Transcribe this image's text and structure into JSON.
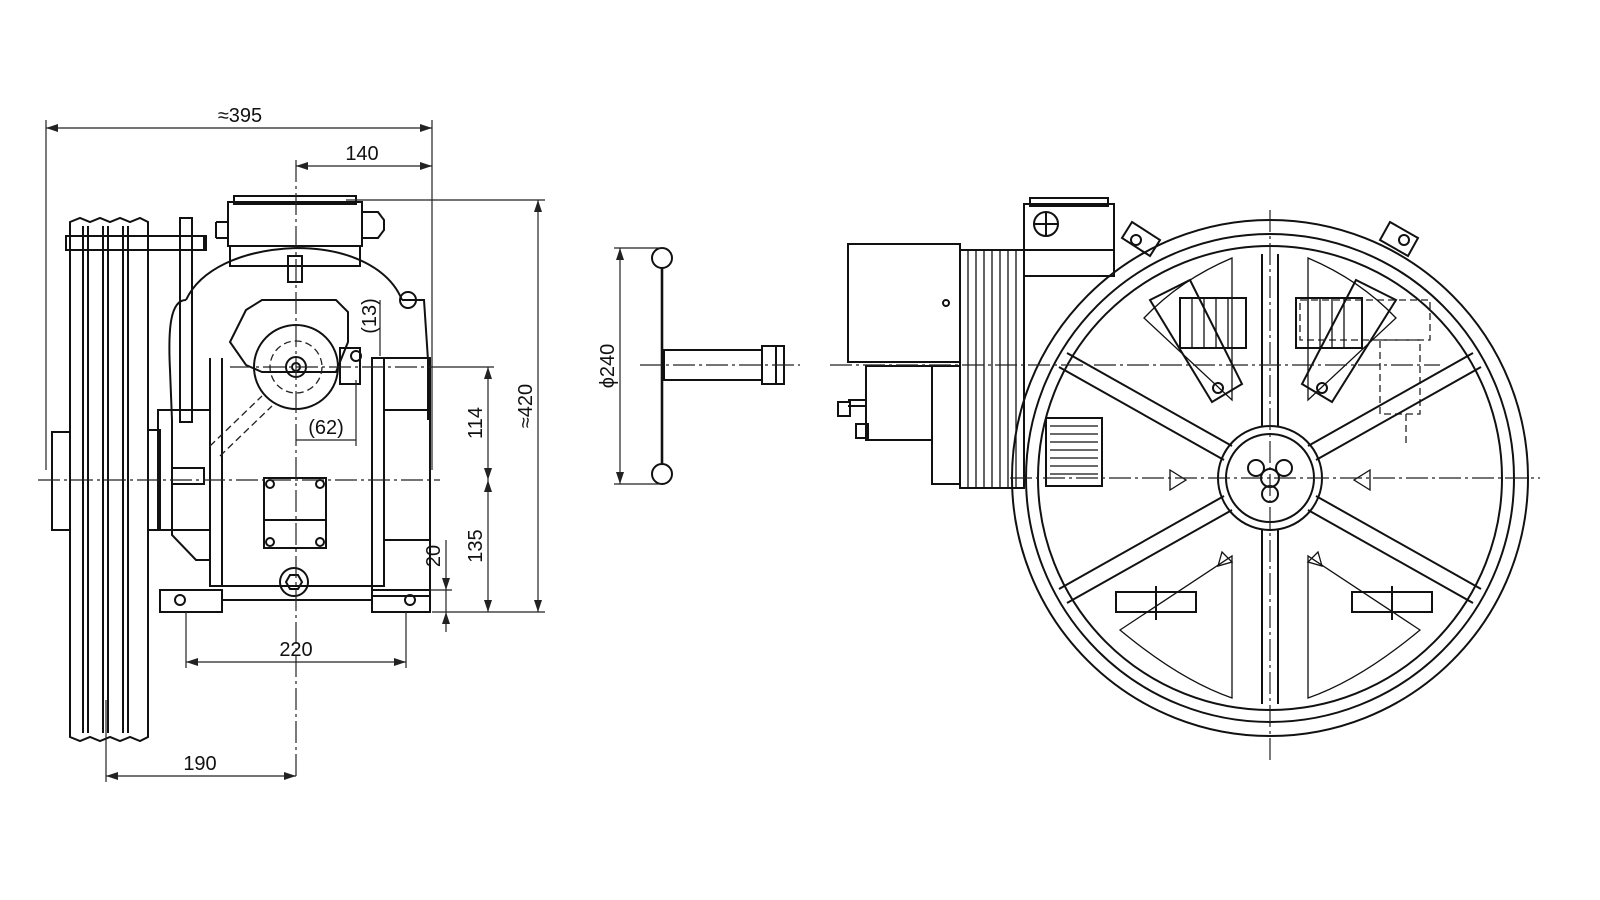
{
  "dimensions": {
    "overall_width": "≈395",
    "shaft_to_right": "140",
    "overall_height": "≈420",
    "center_height_upper": "114",
    "center_height_lower": "135",
    "foot_thickness": "20",
    "foot_span": "220",
    "pulley_offset": "190",
    "offset_13": "(13)",
    "offset_62": "(62)",
    "handwheel_diameter": "ϕ240"
  },
  "colors": {
    "line": "#111111",
    "background": "#ffffff"
  }
}
